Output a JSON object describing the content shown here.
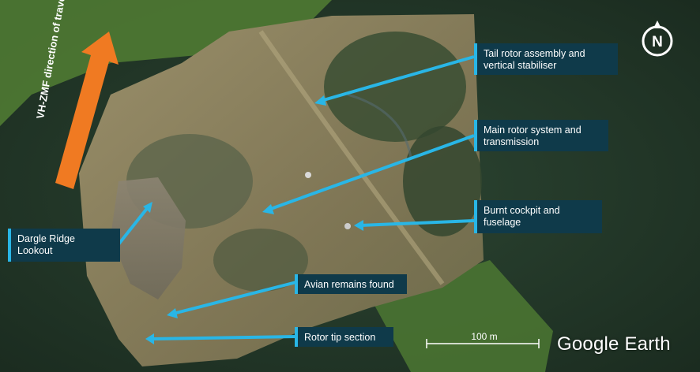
{
  "map": {
    "colors": {
      "forest": "#243b2a",
      "pasture": "#4f7a33",
      "clearing": "#8a7f5c",
      "label_bg": "#0f3a4a",
      "leader": "#29b6e6",
      "arrow": "#f07a22"
    },
    "labels": [
      {
        "id": "tail-rotor",
        "text": "Tail rotor assembly and\nvertical stabiliser"
      },
      {
        "id": "main-rotor",
        "text": "Main rotor system and\ntransmission"
      },
      {
        "id": "cockpit",
        "text": "Burnt cockpit and\nfuselage"
      },
      {
        "id": "lookout",
        "text": "Dargle Ridge\nLookout"
      },
      {
        "id": "avian",
        "text": "Avian remains found"
      },
      {
        "id": "rotor-tip",
        "text": "Rotor tip section"
      }
    ],
    "direction_text": "VH-ZMF direction of travel",
    "scale_label": "100 m",
    "compass_letter": "N",
    "watermark": "Google Earth",
    "compass_icon": "north-compass-icon"
  }
}
